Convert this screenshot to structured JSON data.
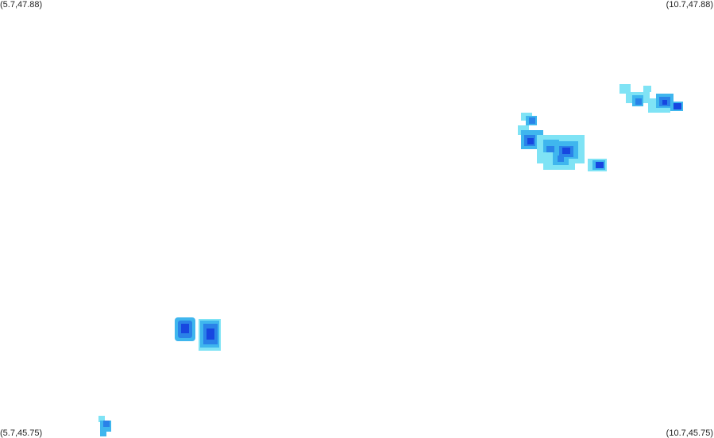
{
  "map": {
    "corners": {
      "top_left": "(5.7,47.88)",
      "top_right": "(10.7,47.88)",
      "bottom_left": "(5.7,45.75)",
      "bottom_right": "(10.7,45.75)"
    },
    "intensity_colors": {
      "light": "#7fe3f5",
      "medium": "#3fb6ee",
      "strong": "#2a82e8",
      "heavy": "#1746e0"
    }
  }
}
